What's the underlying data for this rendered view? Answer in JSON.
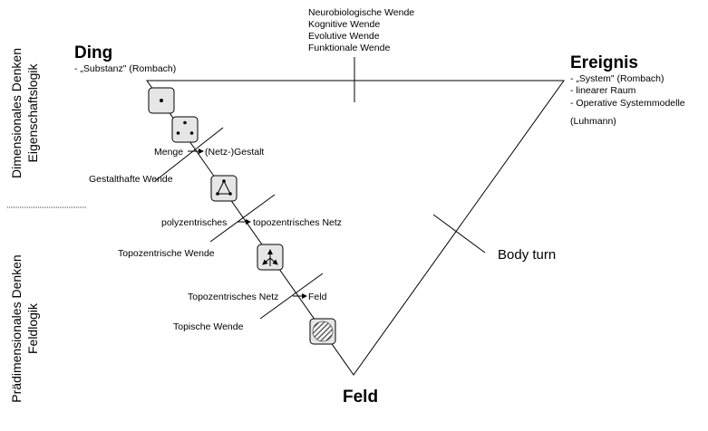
{
  "corners": {
    "ding": "Ding",
    "ding_sub": "- „Substanz\" (Rombach)",
    "ereignis": "Ereignis",
    "ereignis_sub": [
      "- „System\" (Rombach)",
      "- linearer Raum",
      "- Operative Systemmodelle",
      "(Luhmann)"
    ],
    "feld": "Feld"
  },
  "top_turns": [
    "Neurobiologische Wende",
    "Kognitive Wende",
    "Evolutive Wende",
    "Funktionale Wende"
  ],
  "body_turn": "Body turn",
  "side_labels": {
    "upper": [
      "Dimensionales Denken",
      "Eigenschaftslogik"
    ],
    "lower": [
      "Prädimensionales Denken",
      "Feldlogik"
    ]
  },
  "transitions": [
    {
      "from": "Menge",
      "to": "(Netz-)Gestalt",
      "turn": "Gestalthafte Wende"
    },
    {
      "from": "polyzentrisches",
      "to": "topozentrisches Netz",
      "turn": "Topozentrische Wende"
    },
    {
      "from": "Topozentrisches Netz",
      "to": "Feld",
      "turn": "Topische Wende"
    }
  ],
  "nodes": [
    {
      "icon": "single-dot-icon"
    },
    {
      "icon": "three-dots-icon"
    },
    {
      "icon": "triangle-network-icon"
    },
    {
      "icon": "star-network-icon"
    },
    {
      "icon": "hatched-field-icon"
    }
  ]
}
